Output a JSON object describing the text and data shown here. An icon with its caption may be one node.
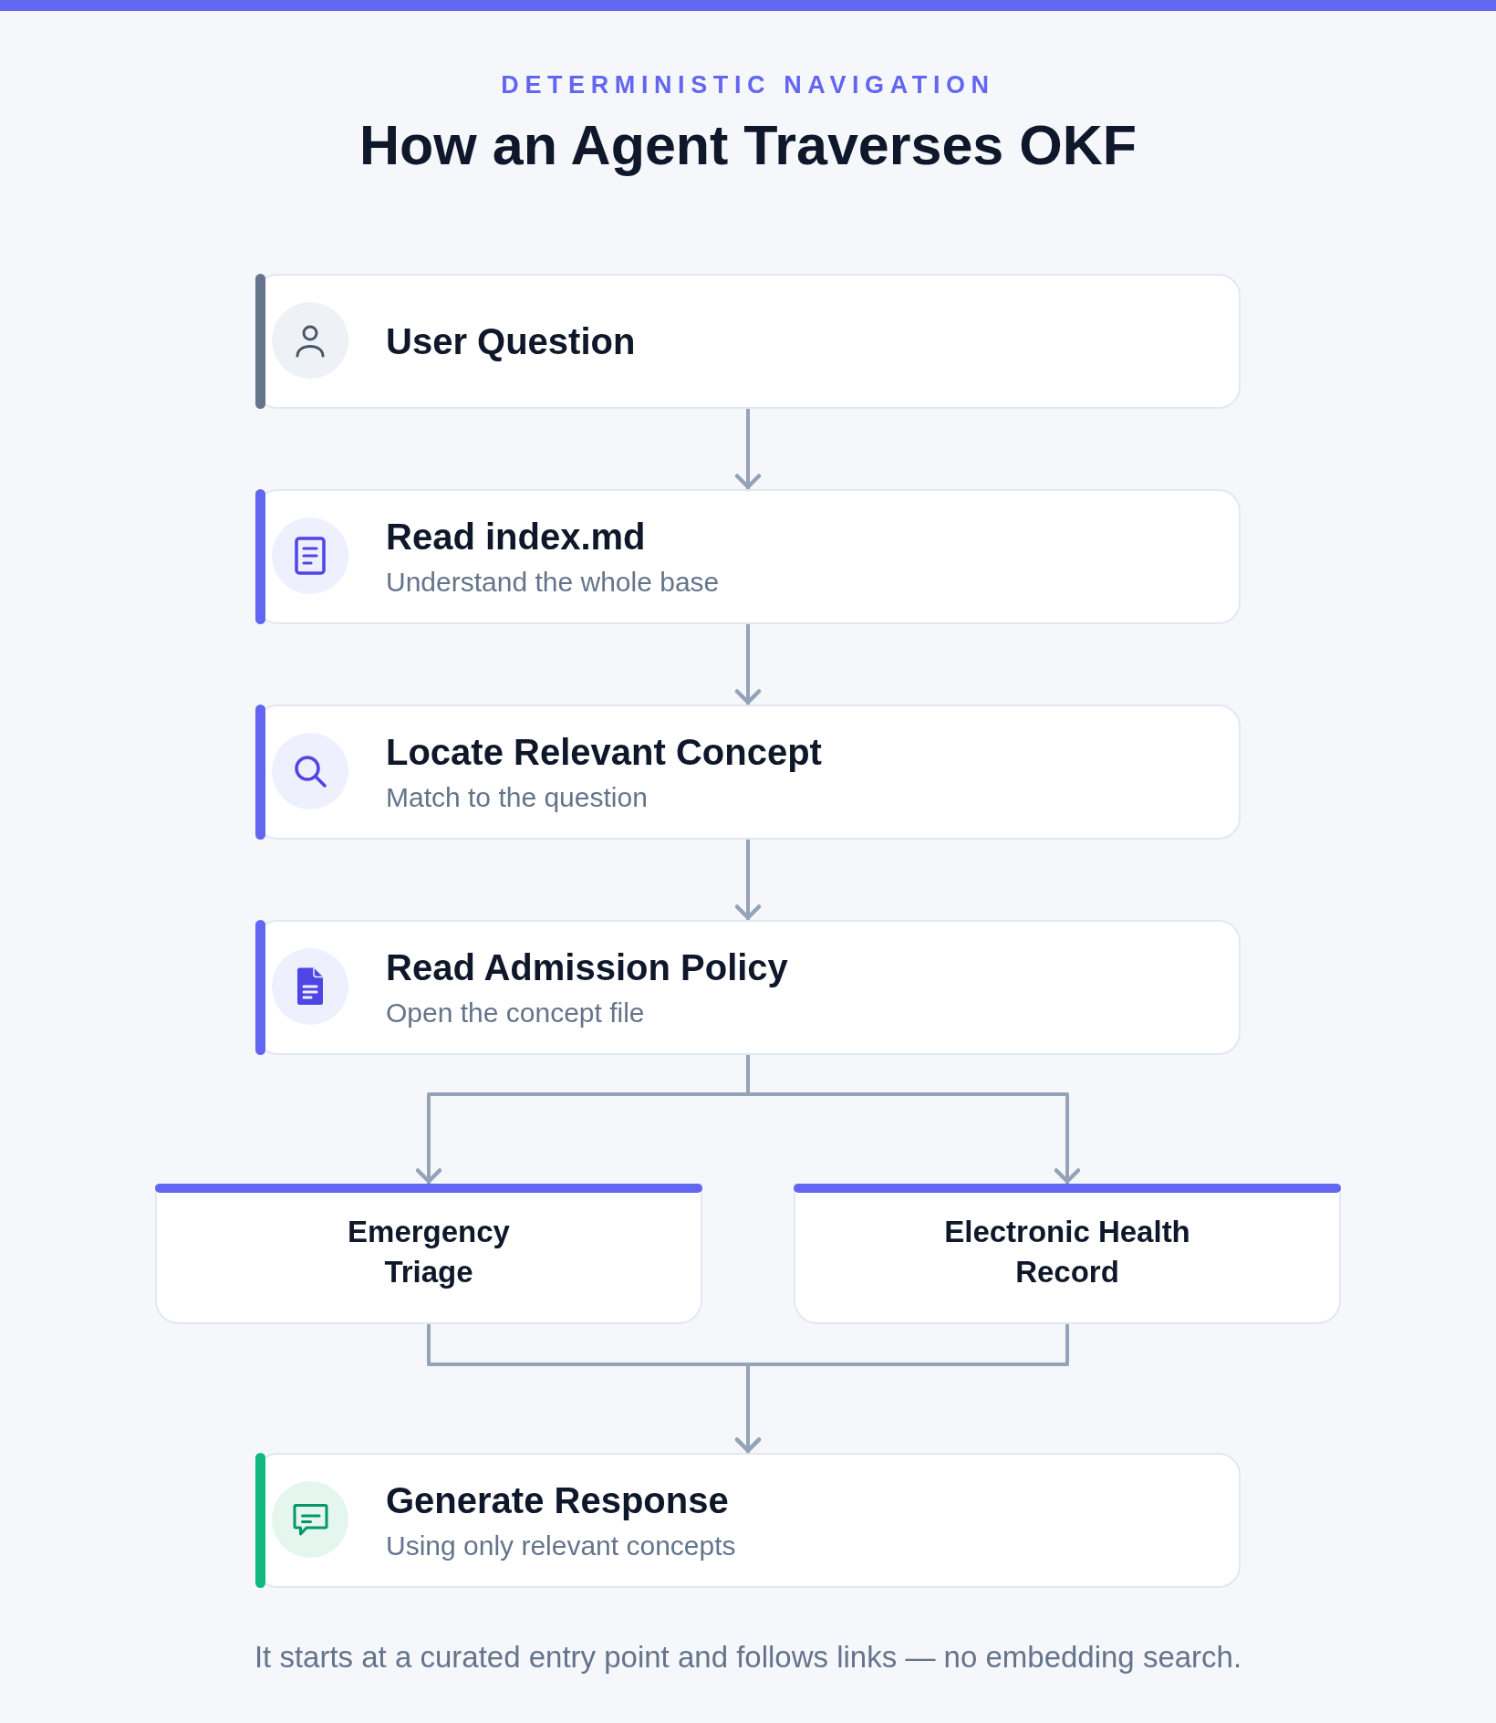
{
  "diagram": {
    "title": "How an Agent Traverses OKF",
    "caption": "It starts at a curated entry point and follows links — no embedding search.",
    "labels": [
      "DETERMINISTIC NAVIGATION"
    ],
    "nodes": [
      {
        "text": [
          "User Question"
        ]
      },
      {
        "text": [
          "Read index.md",
          "Understand the whole base"
        ]
      },
      {
        "text": [
          "Locate Relevant Concept",
          "Match to the question"
        ]
      },
      {
        "text": [
          "Read Admission Policy",
          "Open the concept file"
        ]
      },
      {
        "text": [
          "Emergency Triage"
        ]
      },
      {
        "text": [
          "Electronic Health Record"
        ]
      },
      {
        "text": [
          "Generate Response",
          "Using only relevant concepts"
        ]
      }
    ],
    "edges": [
      {
        "from": 0,
        "to": 1,
        "arrow": "to"
      },
      {
        "from": 1,
        "to": 2,
        "arrow": "to"
      },
      {
        "from": 2,
        "to": 3,
        "arrow": "to"
      },
      {
        "from": 3,
        "to": 4,
        "arrow": "to"
      },
      {
        "from": 3,
        "to": 5,
        "arrow": "to"
      },
      {
        "from": 4,
        "to": 6,
        "arrow": "to"
      },
      {
        "from": 5,
        "to": 6,
        "arrow": "to"
      }
    ]
  }
}
